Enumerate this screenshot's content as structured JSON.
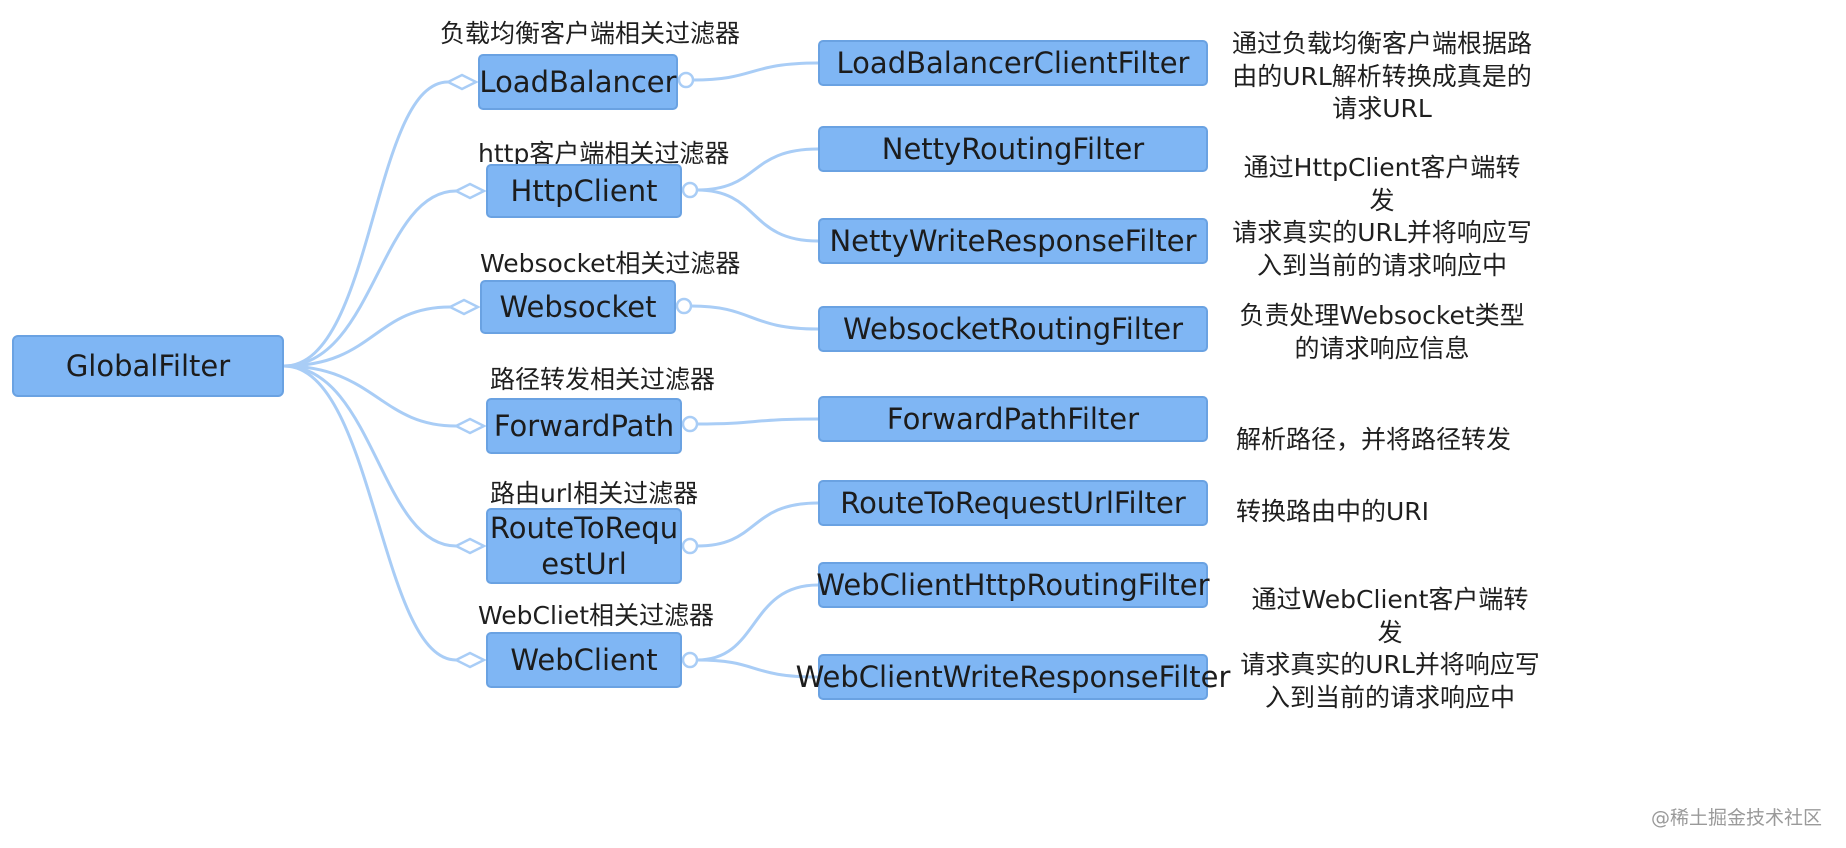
{
  "root": {
    "label": "GlobalFilter"
  },
  "categories": [
    {
      "label": "LoadBalancer",
      "group_title": "负载均衡客户端相关过滤器",
      "filters": [
        "LoadBalancerClientFilter"
      ],
      "description": [
        "通过负载均衡客户端根据路",
        "由的URL解析转换成真是的",
        "请求URL"
      ]
    },
    {
      "label": "HttpClient",
      "group_title": "http客户端相关过滤器",
      "filters": [
        "NettyRoutingFilter",
        "NettyWriteResponseFilter"
      ],
      "description": [
        "通过HttpClient客户端转发",
        "请求真实的URL并将响应写",
        "入到当前的请求响应中"
      ]
    },
    {
      "label": "Websocket",
      "group_title": "Websocket相关过滤器",
      "filters": [
        "WebsocketRoutingFilter"
      ],
      "description": [
        "负责处理Websocket类型",
        "的请求响应信息"
      ]
    },
    {
      "label": "ForwardPath",
      "group_title": "路径转发相关过滤器",
      "filters": [
        "ForwardPathFilter"
      ],
      "description": [
        "解析路径，并将路径转发"
      ]
    },
    {
      "label": [
        "RouteToRequ",
        "estUrl"
      ],
      "group_title": "路由url相关过滤器",
      "filters": [
        "RouteToRequestUrlFilter"
      ],
      "description": [
        "转换路由中的URI"
      ]
    },
    {
      "label": "WebClient",
      "group_title": "WebCliet相关过滤器",
      "filters": [
        "WebClientHttpRoutingFilter",
        "WebClientWriteResponseFilter"
      ],
      "description": [
        "通过WebClient客户端转发",
        "请求真实的URL并将响应写",
        "入到当前的请求响应中"
      ]
    }
  ],
  "watermark": "@稀土掘金技术社区",
  "colors": {
    "node_fill": "#7fb6f4",
    "node_border": "#6aa2e2",
    "connector": "#a9cdf6"
  }
}
